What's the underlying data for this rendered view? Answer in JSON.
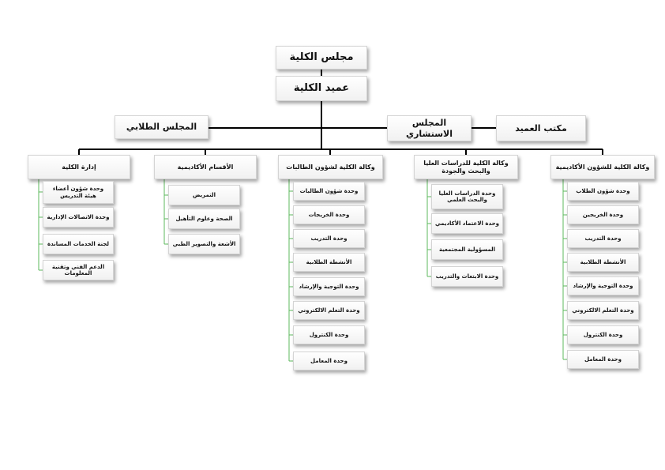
{
  "council": "مجلس الكلية",
  "dean": "عميد الكلية",
  "student_council": "المجلس الطلابي",
  "advisory_council": "المجلس الاستشاري",
  "dean_office": "مكتب العميد",
  "departments": [
    {
      "title": "إدارة الكلية",
      "items": [
        "وحدة شؤون أعضاء هيئة التدريس",
        "وحدة الاتصالات الإدارية",
        "لجنة الخدمات المساندة",
        "الدعم الفني وتقنية المعلومات"
      ]
    },
    {
      "title": "الأقسام الأكاديمية",
      "items": [
        "التمريض",
        "الصحة وعلوم التأهيل",
        "الأشعة والتصوير الطبي"
      ]
    },
    {
      "title": "وكالة الكلية لشؤون الطالبات",
      "items": [
        "وحدة شؤون الطالبات",
        "وحدة الخريجات",
        "وحدة التدريب",
        "الأنشطة الطلابية",
        "وحدة التوجية والإرشاد",
        "وحدة التعلم الالكتروني",
        "وحدة الكنترول",
        "وحدة المعامل"
      ]
    },
    {
      "title": "وكالة الكلية للدراسات العليا والبحث والجودة",
      "items": [
        "وحدة الدراسات العليا والبحث العلمي",
        "وحدة الاعتماد الأكاديمي",
        "المسؤولية المجتمعية",
        "وحدة الابتعاث والتدريب"
      ]
    },
    {
      "title": "وكالة الكلية للشؤون الأكاديمية",
      "items": [
        "وحدة شؤون الطلاب",
        "وحدة الخريجين",
        "وحدة التدريب",
        "الأنشطة الطلابية",
        "وحدة التوجية والإرشاد",
        "وحدة التعلم الالكتروني",
        "وحدة الكنترول",
        "وحدة المعامل"
      ]
    }
  ]
}
